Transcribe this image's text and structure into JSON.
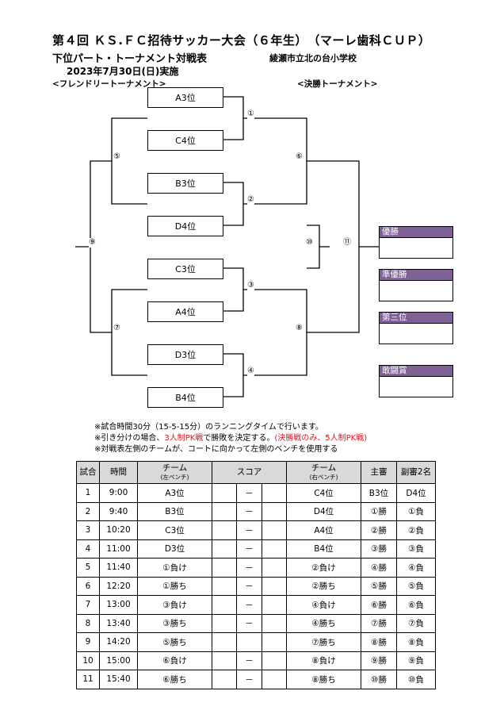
{
  "header": {
    "title": "第４回 ＫＳ.ＦＣ招待サッカー大会（６年生）　（マーレ歯科ＣＵＰ）",
    "subtitle": "下位パート・トーナメント対戦表",
    "school": "綾瀬市立北の台小学校",
    "date": "2023年7月30日(日)実施",
    "friendly_label": "<フレンドリートーナメント>",
    "final_label": "<決勝トーナメント>"
  },
  "bracket": {
    "teams": [
      "A3位",
      "C4位",
      "B3位",
      "D4位",
      "C3位",
      "A4位",
      "D3位",
      "B4位"
    ],
    "match_marks": {
      "m1": "①",
      "m2": "②",
      "m3": "③",
      "m4": "④",
      "m5": "⑤",
      "m6": "⑥",
      "m7": "⑦",
      "m8": "⑧",
      "m9": "⑨",
      "m10": "⑩",
      "m11": "⑪"
    }
  },
  "awards": [
    {
      "label": "優勝"
    },
    {
      "label": "準優勝"
    },
    {
      "label": "第三位"
    },
    {
      "label": "敢闘賞"
    }
  ],
  "notes": {
    "line1": "※試合時間30分（15-5-15分）のランニングタイムで行います。",
    "line2_a": "※引き分けの場合、",
    "line2_red1": "3人制PK戦",
    "line2_b": "で勝敗を決定する。",
    "line2_red2": "(決勝戦のみ、5人制PK戦)",
    "line3": "※対戦表左側のチームが、コートに向かって左側のベンチを使用する"
  },
  "schedule": {
    "headers": {
      "match": "試合",
      "time": "時間",
      "team": "チーム",
      "left_bench": "(左ベンチ)",
      "score": "スコア",
      "right_bench": "(右ベンチ)",
      "referee": "主審",
      "assistant": "副審2名"
    },
    "rows": [
      {
        "no": "1",
        "time": "9:00",
        "left": "A3位",
        "dash": "－",
        "right": "C4位",
        "ref": "B3位",
        "asst": "D4位"
      },
      {
        "no": "2",
        "time": "9:40",
        "left": "B3位",
        "dash": "－",
        "right": "D4位",
        "ref": "①勝",
        "asst": "①負"
      },
      {
        "no": "3",
        "time": "10:20",
        "left": "C3位",
        "dash": "－",
        "right": "A4位",
        "ref": "②勝",
        "asst": "②負"
      },
      {
        "no": "4",
        "time": "11:00",
        "left": "D3位",
        "dash": "－",
        "right": "B4位",
        "ref": "③勝",
        "asst": "③負"
      },
      {
        "no": "5",
        "time": "11:40",
        "left": "①負け",
        "dash": "－",
        "right": "②負け",
        "ref": "④勝",
        "asst": "④負"
      },
      {
        "no": "6",
        "time": "12:20",
        "left": "①勝ち",
        "dash": "－",
        "right": "②勝ち",
        "ref": "⑤勝",
        "asst": "⑤負"
      },
      {
        "no": "7",
        "time": "13:00",
        "left": "③負け",
        "dash": "－",
        "right": "④負け",
        "ref": "⑥勝",
        "asst": "⑥負"
      },
      {
        "no": "8",
        "time": "13:40",
        "left": "③勝ち",
        "dash": "－",
        "right": "④勝ち",
        "ref": "⑦勝",
        "asst": "⑦負"
      },
      {
        "no": "9",
        "time": "14:20",
        "left": "⑤勝ち",
        "dash": "",
        "right": "⑦勝ち",
        "ref": "⑧勝",
        "asst": "⑧負"
      },
      {
        "no": "10",
        "time": "15:00",
        "left": "⑥負け",
        "dash": "－",
        "right": "⑧負け",
        "ref": "⑨勝",
        "asst": "⑨負"
      },
      {
        "no": "11",
        "time": "15:40",
        "left": "⑥勝ち",
        "dash": "－",
        "right": "⑧勝ち",
        "ref": "⑩勝",
        "asst": "⑩負"
      }
    ]
  }
}
